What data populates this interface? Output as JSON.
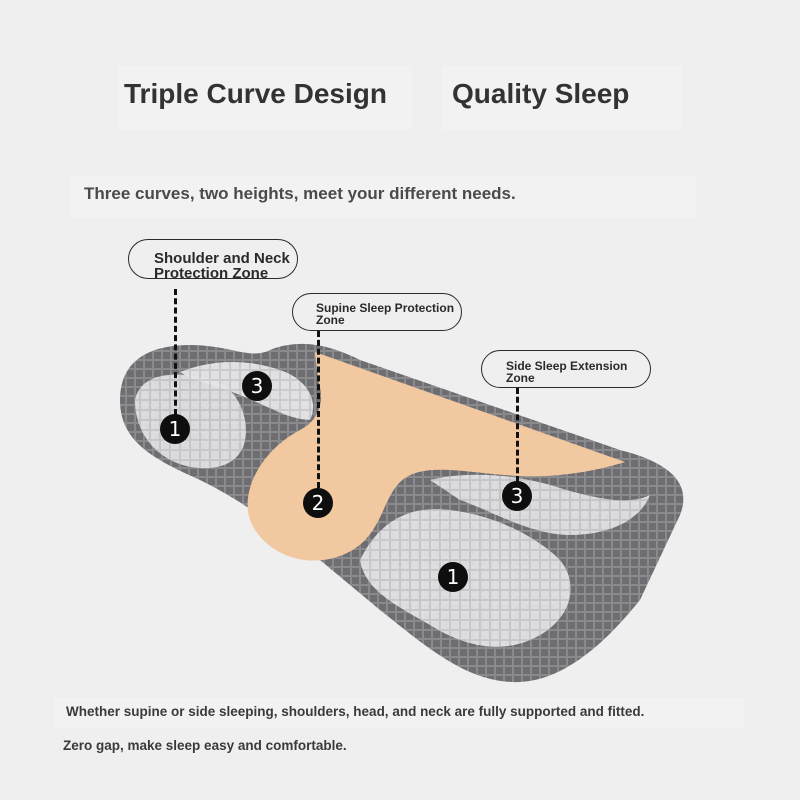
{
  "heading": {
    "left": "Triple Curve Design",
    "right": "Quality Sleep"
  },
  "tagline": "Three curves, two heights, meet your different needs.",
  "zones": {
    "shoulder_neck": "Shoulder and Neck\nProtection Zone",
    "supine": "Supine Sleep Protection\nZone",
    "side": "Side Sleep Extension\nZone"
  },
  "markers": {
    "one": "1",
    "two": "2",
    "three": "3"
  },
  "footer": {
    "line1": "Whether supine or side sleeping, shoulders, head, and neck are fully supported and fitted.",
    "line2": "Zero gap, make sleep easy and comfortable."
  },
  "colors": {
    "background": "#efeff0",
    "fabric_grey": "#7f7f82",
    "fabric_light": "#d9d9dc",
    "foam": "#f2c9a0",
    "marker": "#0e0e0e"
  },
  "icons": [
    "pillow-illustration"
  ]
}
